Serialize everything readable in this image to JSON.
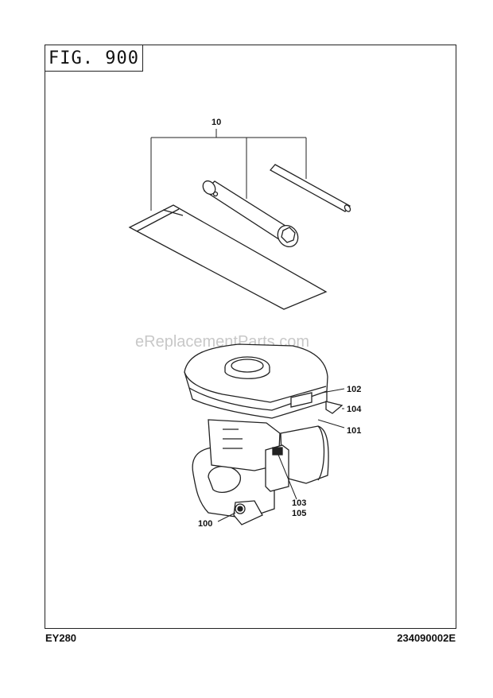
{
  "figure": {
    "label": "FIG. 900"
  },
  "callouts": {
    "kit": "10",
    "c100": "100",
    "c101": "101",
    "c102": "102",
    "c103": "103",
    "c104": "104",
    "c105": "105"
  },
  "watermark": "eReplacementParts.com",
  "footer": {
    "model": "EY280",
    "doc_number": "234090002E"
  }
}
